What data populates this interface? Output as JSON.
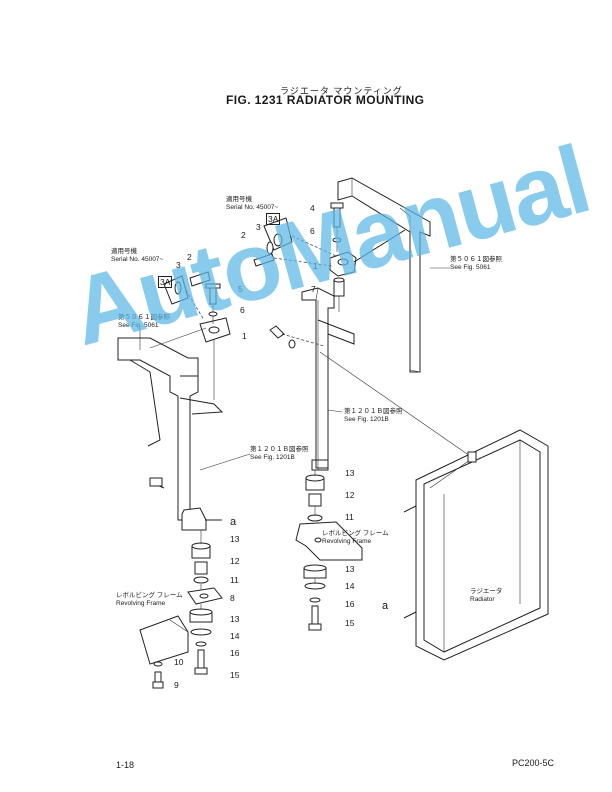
{
  "header": {
    "title_jp": "ラジエータ マウンティング",
    "fig_title": "FIG. 1231  RADIATOR MOUNTING"
  },
  "serial_notes": [
    {
      "jp": "適用号機",
      "en": "Serial  No. 45007~"
    },
    {
      "jp": "適用号機",
      "en": "Serial  No. 45007~"
    }
  ],
  "references": {
    "fig5061_left": {
      "jp": "第５０６１図参照",
      "en": "See Fig. 5061"
    },
    "fig5061_right": {
      "jp": "第５０６１図参照",
      "en": "See Fig. 5061"
    },
    "fig1201b_left": {
      "jp": "第１２０１Ｂ図参照",
      "en": "See Fig. 1201B"
    },
    "fig1201b_right": {
      "jp": "第１２０１Ｂ図参照",
      "en": "See Fig. 1201B"
    }
  },
  "labels": {
    "revolving_left": {
      "jp": "レボルビング フレーム",
      "en": "Revolving Frame"
    },
    "revolving_right": {
      "jp": "レボルビング フレーム",
      "en": "Revolving Frame"
    },
    "radiator": {
      "jp": "ラジエータ",
      "en": "Radiator"
    }
  },
  "callouts": {
    "top_right": [
      "4",
      "2",
      "3",
      "3A",
      "6",
      "1",
      "7"
    ],
    "top_left": [
      "3",
      "2",
      "3A",
      "5",
      "6",
      "1"
    ],
    "left_stack": [
      "13",
      "12",
      "11",
      "8",
      "13",
      "14",
      "16",
      "15",
      "10",
      "9"
    ],
    "right_stack": [
      "13",
      "12",
      "11",
      "13",
      "14",
      "16",
      "15"
    ],
    "connector_a": "a"
  },
  "watermark": "AutoManual",
  "footer": {
    "page": "1-18",
    "model": "PC200-5C"
  }
}
